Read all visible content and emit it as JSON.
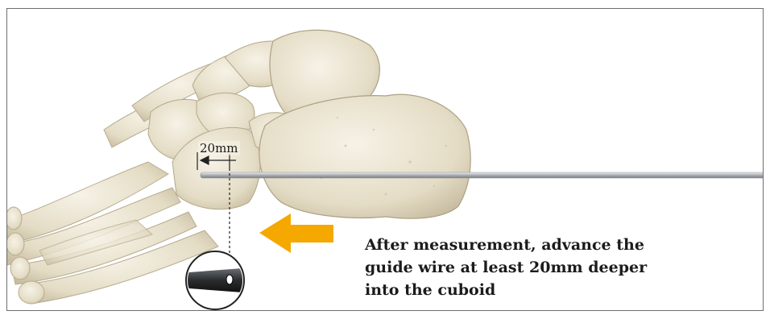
{
  "figure": {
    "measurement_label": "20mm",
    "caption_lines": [
      "After measurement, advance the",
      "guide wire at least 20mm deeper",
      "into the cuboid"
    ],
    "colors": {
      "arrow": "#f5a800",
      "bone": "#ece6d3",
      "bone_shadow": "#c9bfa4",
      "wire": "#b9bcbf",
      "frame_border": "#6e6e6e",
      "inset_circle_border": "#222222"
    },
    "icons": [
      "direction-arrow-left",
      "guide-wire-tip-inset"
    ]
  }
}
